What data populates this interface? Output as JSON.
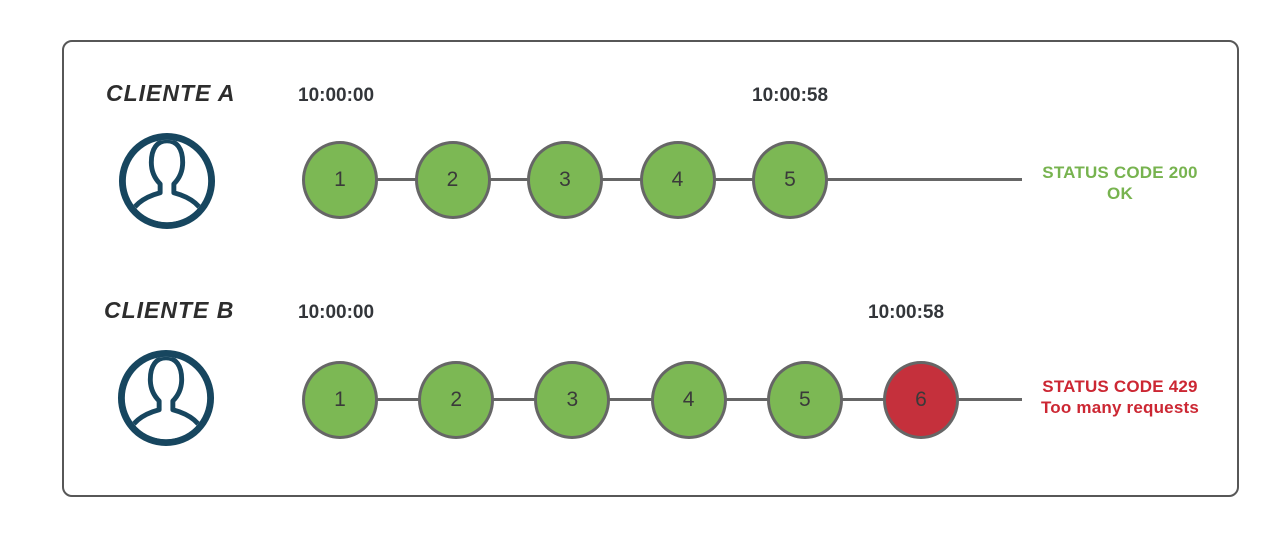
{
  "clients": [
    {
      "name": "CLIENTE A",
      "start_time": "10:00:00",
      "end_time": "10:00:58",
      "requests": [
        {
          "label": "1",
          "status": "ok"
        },
        {
          "label": "2",
          "status": "ok"
        },
        {
          "label": "3",
          "status": "ok"
        },
        {
          "label": "4",
          "status": "ok"
        },
        {
          "label": "5",
          "status": "ok"
        }
      ],
      "status": {
        "line1": "STATUS CODE 200",
        "line2": "OK",
        "type": "success"
      }
    },
    {
      "name": "CLIENTE B",
      "start_time": "10:00:00",
      "end_time": "10:00:58",
      "requests": [
        {
          "label": "1",
          "status": "ok"
        },
        {
          "label": "2",
          "status": "ok"
        },
        {
          "label": "3",
          "status": "ok"
        },
        {
          "label": "4",
          "status": "ok"
        },
        {
          "label": "5",
          "status": "ok"
        },
        {
          "label": "6",
          "status": "blocked"
        }
      ],
      "status": {
        "line1": "STATUS CODE 429",
        "line2": "Too many requests",
        "type": "error"
      }
    }
  ],
  "colors": {
    "green": "#7cb854",
    "red": "#c5303c",
    "green_text": "#77b34f",
    "red_text": "#cc2733",
    "node_border": "#666666",
    "line": "#666666",
    "icon_navy": "#17465f",
    "box_border": "#575757",
    "text_dark": "#2d2d2d"
  }
}
